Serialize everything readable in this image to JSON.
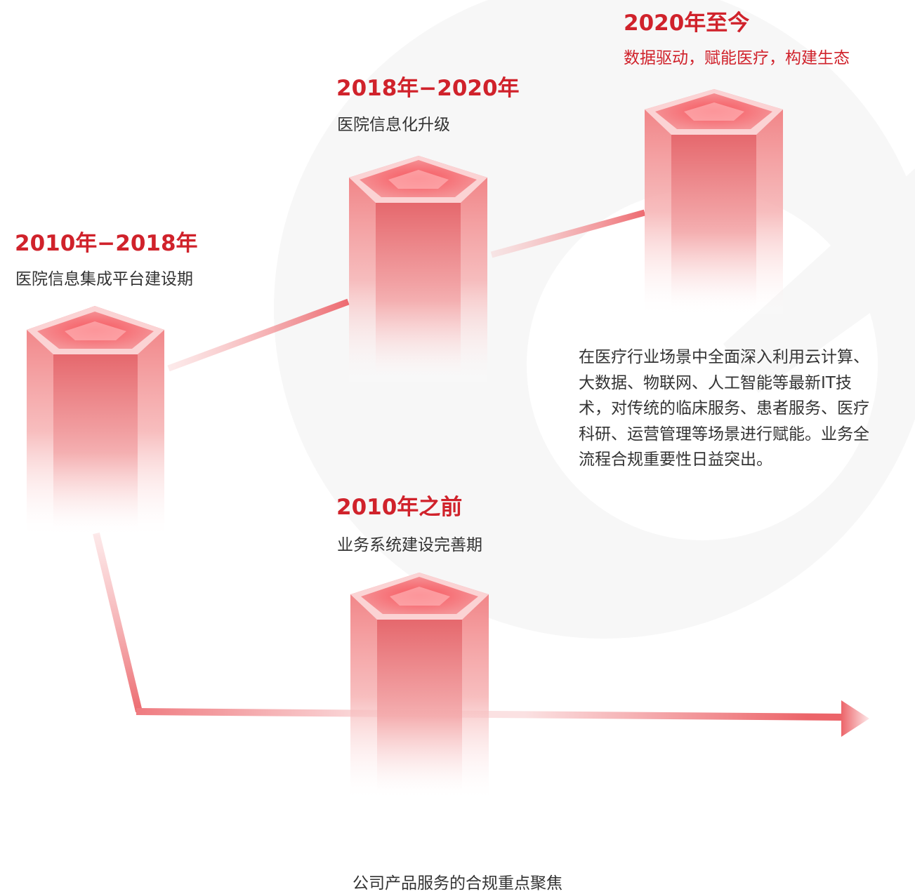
{
  "stages": [
    {
      "id": "before-2010",
      "year": "2010年之前",
      "subtitle": "业务系统建设完善期"
    },
    {
      "id": "2010-2018",
      "year": "2010年−2018年",
      "subtitle": "医院信息集成平台建设期"
    },
    {
      "id": "2018-2020",
      "year": "2018年−2020年",
      "subtitle": "医院信息化升级"
    },
    {
      "id": "2020-now",
      "year": "2020年至今",
      "subtitle": "数据驱动，赋能医疗，构建生态"
    }
  ],
  "current_stage_description": "在医疗行业场景中全面深入利用云计算、大数据、物联网、人工智能等最新IT技术，对传统的临床服务、患者服务、医疗科研、运营管理等场景进行赋能。业务全流程合规重要性日益突出。",
  "footer_caption": "公司产品服务的合规重点聚焦",
  "colors": {
    "accent_red": "#d0222b",
    "pillar_red": "#e8676d",
    "text_dark": "#333333",
    "background": "#ffffff",
    "watermark": "#f7f7f7"
  }
}
